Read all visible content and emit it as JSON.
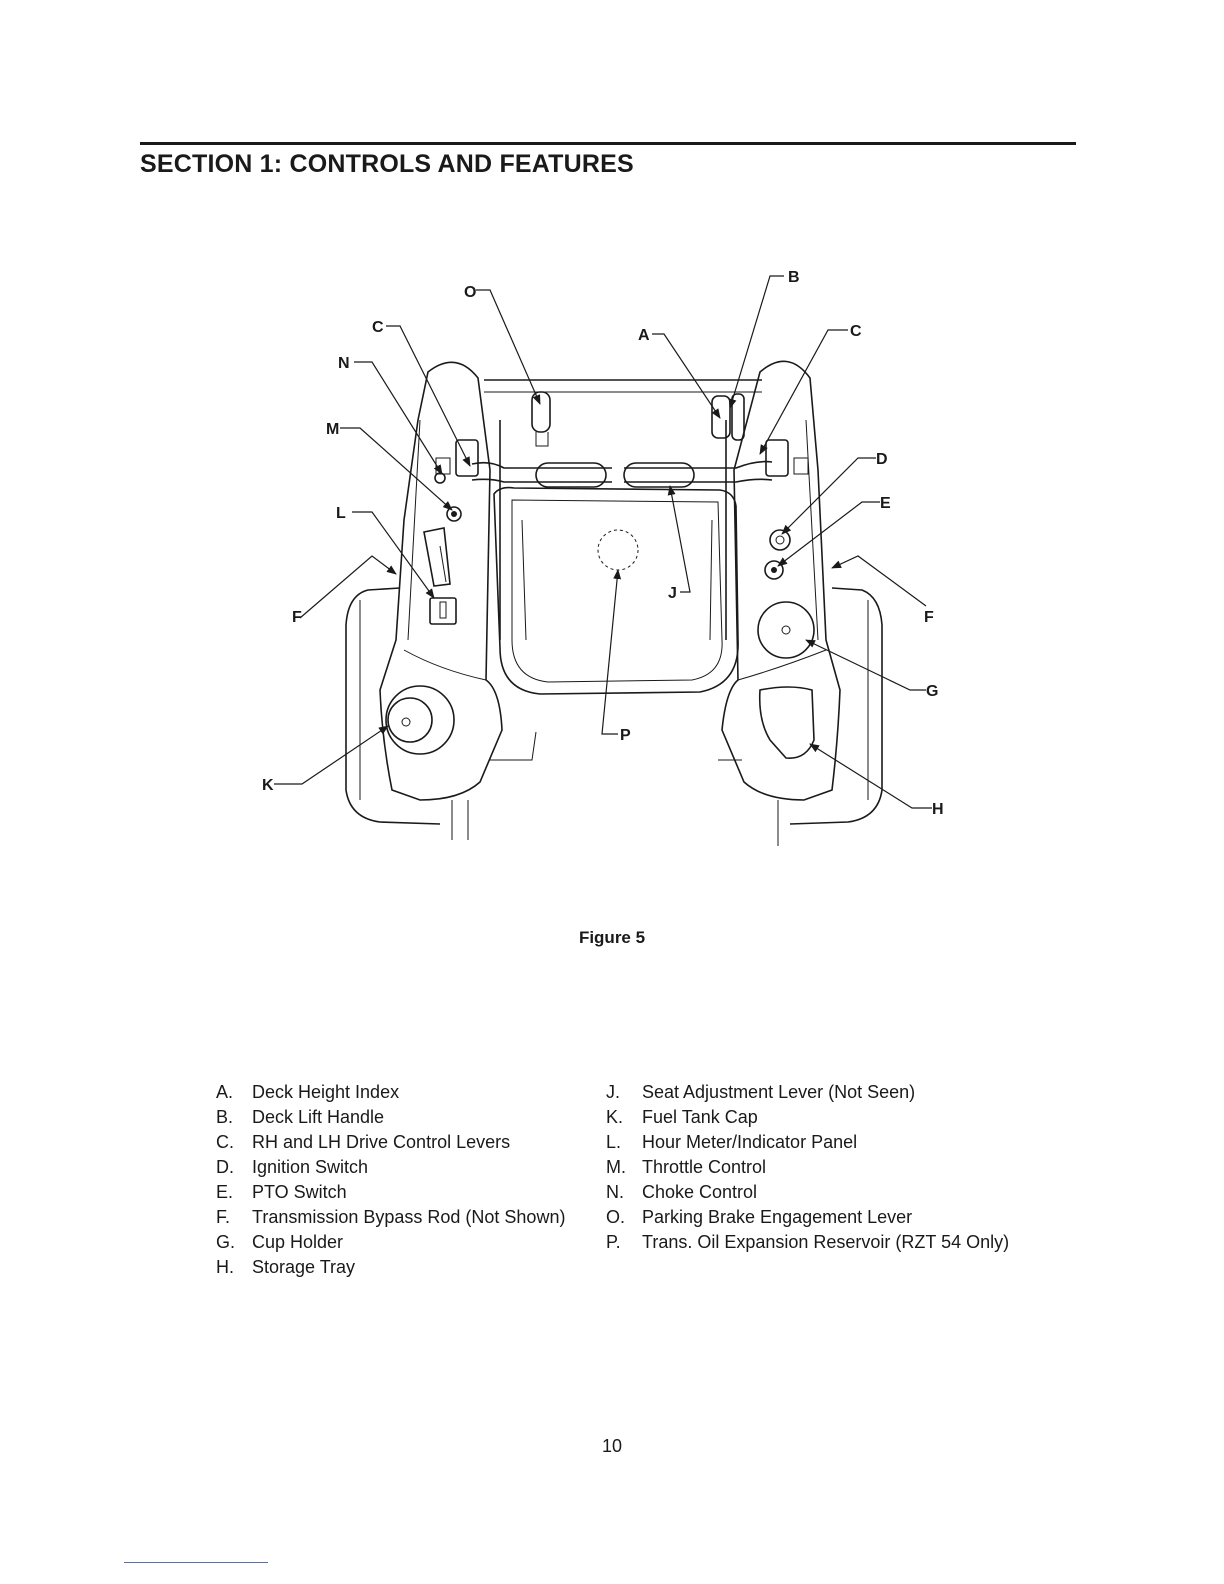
{
  "section_title": "SECTION 1: CONTROLS AND FEATURES",
  "figure_caption": "Figure 5",
  "callouts": {
    "A": "A",
    "B": "B",
    "C": "C",
    "D": "D",
    "E": "E",
    "F": "F",
    "G": "G",
    "H": "H",
    "J": "J",
    "K": "K",
    "L": "L",
    "M": "M",
    "N": "N",
    "O": "O",
    "P": "P"
  },
  "legend_left": [
    {
      "letter": "A.",
      "text": "Deck Height Index"
    },
    {
      "letter": "B.",
      "text": "Deck Lift Handle"
    },
    {
      "letter": "C.",
      "text": "RH and LH Drive Control Levers"
    },
    {
      "letter": "D.",
      "text": "Ignition Switch"
    },
    {
      "letter": "E.",
      "text": "PTO Switch"
    },
    {
      "letter": "F.",
      "text": "Transmission Bypass Rod (Not Shown)"
    },
    {
      "letter": "G.",
      "text": "Cup Holder"
    },
    {
      "letter": "H.",
      "text": "Storage Tray"
    }
  ],
  "legend_right": [
    {
      "letter": "J.",
      "text": "Seat Adjustment Lever (Not Seen)"
    },
    {
      "letter": "K.",
      "text": "Fuel Tank Cap"
    },
    {
      "letter": "L.",
      "text": "Hour Meter/Indicator Panel"
    },
    {
      "letter": "M.",
      "text": "Throttle Control"
    },
    {
      "letter": "N.",
      "text": "Choke Control"
    },
    {
      "letter": "O.",
      "text": "Parking Brake Engagement Lever"
    },
    {
      "letter": "P.",
      "text": "Trans. Oil Expansion Reservoir (RZT 54 Only)"
    }
  ],
  "page_number": "10"
}
